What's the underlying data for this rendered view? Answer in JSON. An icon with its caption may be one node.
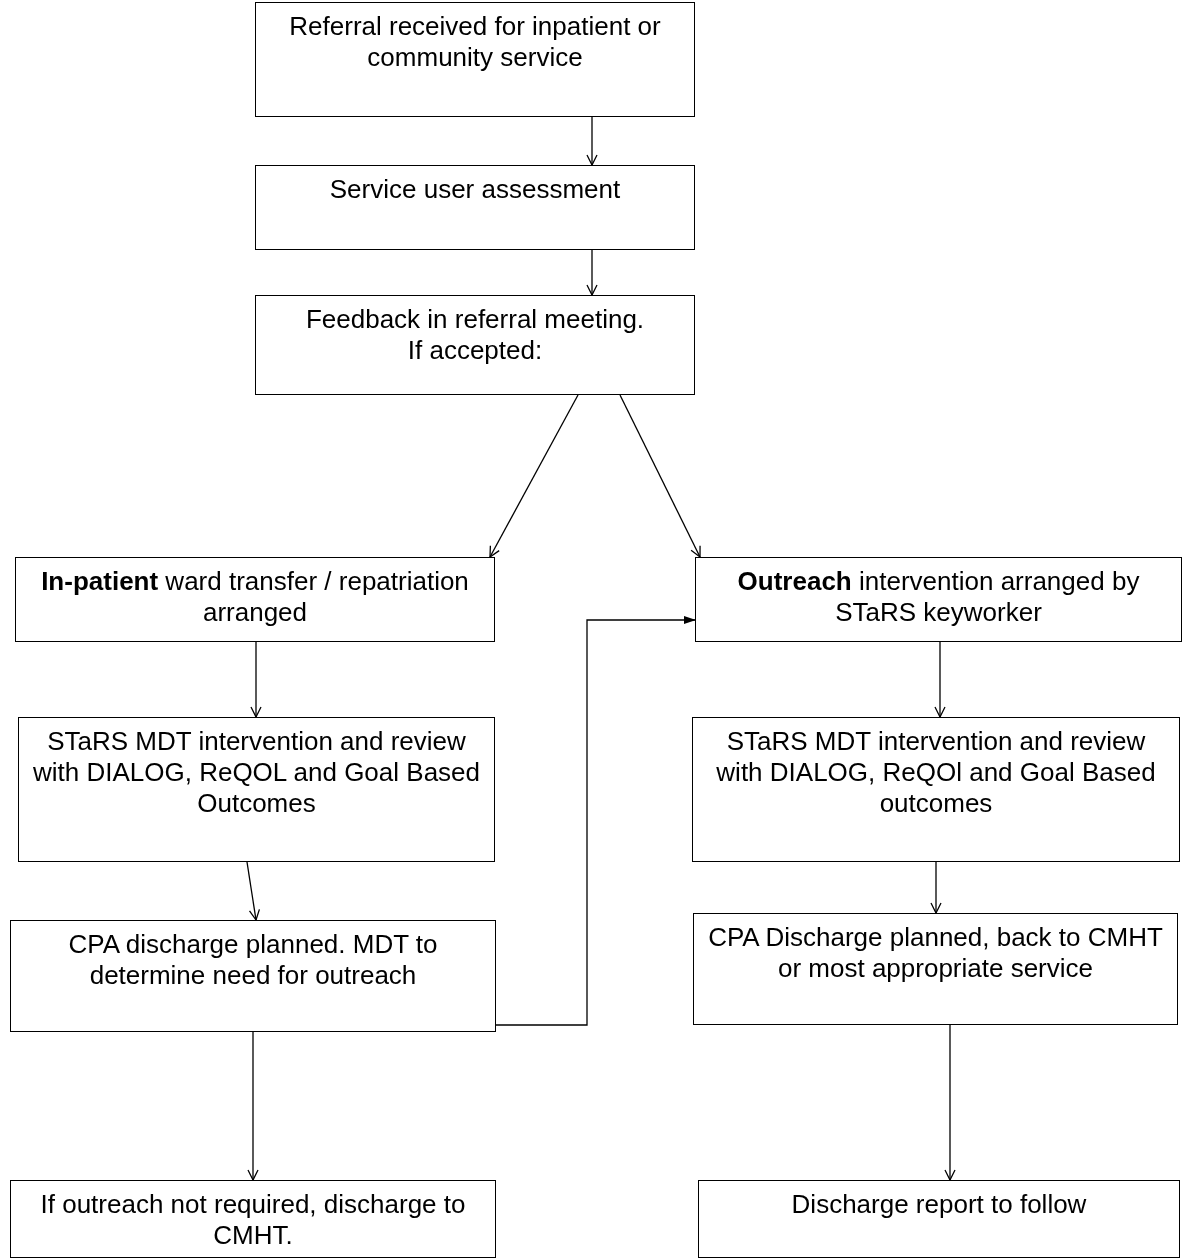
{
  "diagram": {
    "nodes": [
      {
        "text": [
          "Referral received for inpatient or community service"
        ]
      },
      {
        "text": [
          "Service user assessment"
        ]
      },
      {
        "text": [
          "Feedback in referral meeting.",
          "If accepted:"
        ]
      },
      {
        "text": [
          "**In-patient** ward transfer / repatriation arranged"
        ]
      },
      {
        "text": [
          "**Outreach** intervention arranged by STaRS keyworker"
        ]
      },
      {
        "text": [
          "STaRS MDT intervention and review with DIALOG, ReQOL and Goal Based Outcomes"
        ]
      },
      {
        "text": [
          "STaRS MDT intervention and review with DIALOG, ReQOl and Goal Based outcomes"
        ]
      },
      {
        "text": [
          "CPA discharge planned. MDT to determine need for outreach"
        ]
      },
      {
        "text": [
          "CPA Discharge planned, back to CMHT or most appropriate service"
        ]
      },
      {
        "text": [
          "If outreach not required, discharge to CMHT."
        ]
      },
      {
        "text": [
          "Discharge report to follow"
        ]
      }
    ],
    "edges": [
      {
        "from": 0,
        "to": 1,
        "arrow": "to"
      },
      {
        "from": 1,
        "to": 2,
        "arrow": "to"
      },
      {
        "from": 2,
        "to": 3,
        "arrow": "to"
      },
      {
        "from": 2,
        "to": 4,
        "arrow": "to"
      },
      {
        "from": 3,
        "to": 5,
        "arrow": "to"
      },
      {
        "from": 5,
        "to": 7,
        "arrow": "to"
      },
      {
        "from": 7,
        "to": 4,
        "arrow": "to"
      },
      {
        "from": 7,
        "to": 9,
        "arrow": "to"
      },
      {
        "from": 4,
        "to": 6,
        "arrow": "to"
      },
      {
        "from": 6,
        "to": 8,
        "arrow": "to"
      },
      {
        "from": 8,
        "to": 10,
        "arrow": "to"
      }
    ]
  }
}
